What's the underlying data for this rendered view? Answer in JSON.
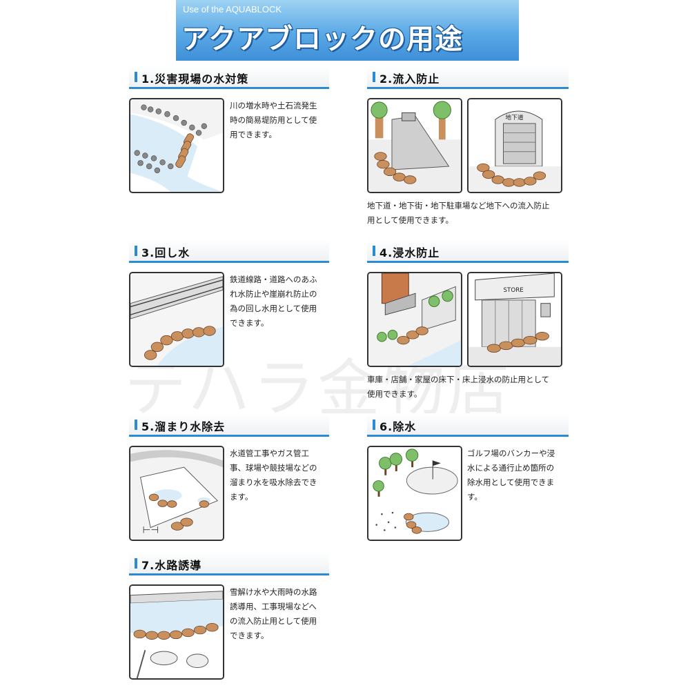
{
  "banner": {
    "subtitle": "Use of the AQUABLOCK",
    "title": "アクアブロックの用途"
  },
  "sections": [
    {
      "label": "1.災害現場の水対策",
      "text": [
        "川の増水時や土石流発生",
        "時の簡易堤防用として使",
        "用できます。"
      ]
    },
    {
      "label": "2.流入防止",
      "text": [
        "地下道・地下街・地下駐車場など地下への流入防止",
        "用として使用できます。"
      ],
      "sign_text": "地下道"
    },
    {
      "label": "3.回し水",
      "text": [
        "鉄道線路・道路へのあふ",
        "れ水防止や崖崩れ防止の",
        "為の回し水用として使用",
        "できます。"
      ]
    },
    {
      "label": "4.浸水防止",
      "text": [
        "車庫・店舗・家屋の床下・床上浸水の防止用として",
        "使用できます。"
      ],
      "sign_text": "STORE"
    },
    {
      "label": "5.溜まり水除去",
      "text": [
        "水道管工事やガス管工",
        "事、球場や競技場などの",
        "溜まり水を吸水除去でき",
        "ます。"
      ]
    },
    {
      "label": "6.除水",
      "text": [
        "ゴルフ場のバンカーや浸",
        "水による通行止め箇所の",
        "除水用として使用できま",
        "す。"
      ]
    },
    {
      "label": "7.水路誘導",
      "text": [
        "雪解け水や大雨時の水路",
        "誘導用、工事現場などへ",
        "の流入防止用として使用",
        "できます。"
      ]
    }
  ],
  "watermark": "テハラ金物店",
  "colors": {
    "accent": "#2a8ad4",
    "sandbag": "#c98f5c",
    "water": "#d9ecf8"
  }
}
